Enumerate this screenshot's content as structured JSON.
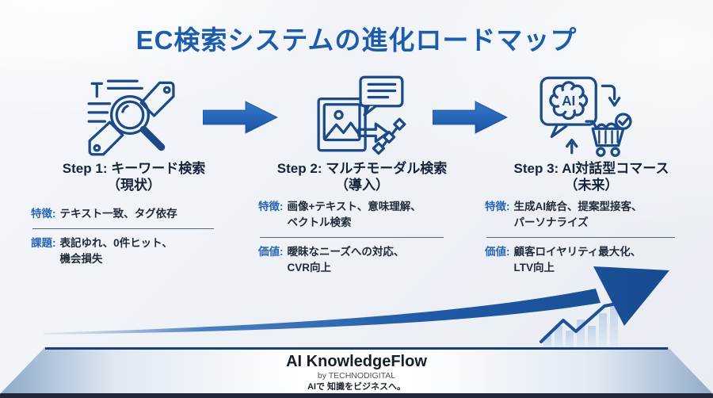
{
  "title": "EC検索システムの進化ロードマップ",
  "steps": [
    {
      "icon": "keyword-search-icon",
      "heading": "Step 1: キーワード検索",
      "subheading": "（現状）",
      "rows": [
        {
          "label": "特徴:",
          "text": "テキスト一致、タグ依存"
        },
        {
          "label": "課題:",
          "text": "表記ゆれ、0件ヒット、\n機会損失"
        }
      ]
    },
    {
      "icon": "multimodal-search-icon",
      "heading": "Step 2: マルチモーダル検索",
      "subheading": "（導入）",
      "rows": [
        {
          "label": "特徴:",
          "text": "画像+テキスト、意味理解、\nベクトル検索"
        },
        {
          "label": "価値:",
          "text": "曖昧なニーズへの対応、\nCVR向上"
        }
      ]
    },
    {
      "icon": "ai-conversational-commerce-icon",
      "icon_label": "AI",
      "heading": "Step 3: AI対話型コマース",
      "subheading": "（未来）",
      "rows": [
        {
          "label": "特徴:",
          "text": "生成AI統合、提案型接客、\nパーソナライズ"
        },
        {
          "label": "価値:",
          "text": "顧客ロイヤリティ最大化、\nLTV向上"
        }
      ]
    }
  ],
  "footer": {
    "brand": "AI KnowledgeFlow",
    "byline": "by TECHNODIGITAL",
    "tagline": "AIで 知識をビジネスへ。"
  },
  "colors": {
    "title_blue": "#1d5cab",
    "label_accent": "#2a66b4",
    "heading_text": "#15233b",
    "body_text": "#212b38",
    "icon_stroke": "#1b4a86",
    "arrow_blue": "#1d5aa8",
    "background": "#eef2f7",
    "footer_strip": "#202a38"
  }
}
